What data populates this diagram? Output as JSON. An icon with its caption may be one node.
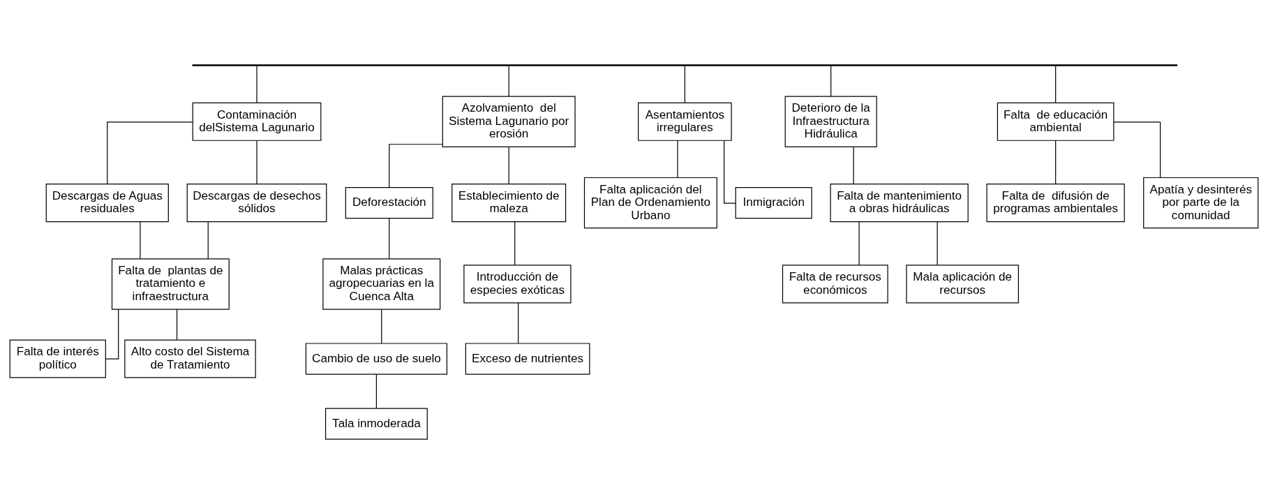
{
  "diagram": {
    "nodes": [
      {
        "text": [],
        "shape": "bar"
      },
      {
        "text": [
          "Contaminación delSistema Lagunario"
        ]
      },
      {
        "text": [
          "Descargas de Aguas residuales"
        ]
      },
      {
        "text": [
          "Descargas de desechos sólidos"
        ]
      },
      {
        "text": [
          "Falta de  plantas de tratamiento e infraestructura"
        ]
      },
      {
        "text": [
          "Falta de interés político"
        ]
      },
      {
        "text": [
          "Alto costo del Sistema de Tratamiento"
        ]
      },
      {
        "text": [
          "Azolvamiento  del Sistema Lagunario por erosión"
        ]
      },
      {
        "text": [
          "Deforestación"
        ]
      },
      {
        "text": [
          "Establecimiento de maleza"
        ]
      },
      {
        "text": [
          "Malas prácticas agropecuarias en la Cuenca Alta"
        ]
      },
      {
        "text": [
          "Cambio de uso de suelo"
        ]
      },
      {
        "text": [
          "Tala inmoderada"
        ]
      },
      {
        "text": [
          "Introducción de especies exóticas"
        ]
      },
      {
        "text": [
          "Exceso de nutrientes"
        ]
      },
      {
        "text": [
          "Asentamientos irregulares"
        ]
      },
      {
        "text": [
          "Falta aplicación del Plan de Ordenamiento Urbano"
        ]
      },
      {
        "text": [
          "Inmigración"
        ]
      },
      {
        "text": [
          "Deterioro de la Infraestructura Hidráulica"
        ]
      },
      {
        "text": [
          "Falta de mantenimiento a obras hidráulicas"
        ]
      },
      {
        "text": [
          "Falta de recursos económicos"
        ]
      },
      {
        "text": [
          "Mala aplicación de recursos"
        ]
      },
      {
        "text": [
          "Falta  de educación ambiental"
        ]
      },
      {
        "text": [
          "Falta de  difusión de programas ambientales"
        ]
      },
      {
        "text": [
          "Apatía y desinterés por parte de la comunidad"
        ]
      }
    ],
    "edges": [
      {
        "from": 0,
        "to": 1,
        "arrow": "none"
      },
      {
        "from": 0,
        "to": 7,
        "arrow": "none"
      },
      {
        "from": 0,
        "to": 15,
        "arrow": "none"
      },
      {
        "from": 0,
        "to": 18,
        "arrow": "none"
      },
      {
        "from": 0,
        "to": 22,
        "arrow": "none"
      },
      {
        "from": 1,
        "to": 2,
        "arrow": "none"
      },
      {
        "from": 1,
        "to": 3,
        "arrow": "none"
      },
      {
        "from": 2,
        "to": 4,
        "arrow": "none"
      },
      {
        "from": 3,
        "to": 4,
        "arrow": "none"
      },
      {
        "from": 4,
        "to": 5,
        "arrow": "none"
      },
      {
        "from": 4,
        "to": 6,
        "arrow": "none"
      },
      {
        "from": 7,
        "to": 8,
        "arrow": "none"
      },
      {
        "from": 7,
        "to": 9,
        "arrow": "none"
      },
      {
        "from": 8,
        "to": 10,
        "arrow": "none"
      },
      {
        "from": 10,
        "to": 11,
        "arrow": "none"
      },
      {
        "from": 11,
        "to": 12,
        "arrow": "none"
      },
      {
        "from": 9,
        "to": 13,
        "arrow": "none"
      },
      {
        "from": 13,
        "to": 14,
        "arrow": "none"
      },
      {
        "from": 15,
        "to": 16,
        "arrow": "none"
      },
      {
        "from": 15,
        "to": 17,
        "arrow": "none"
      },
      {
        "from": 18,
        "to": 19,
        "arrow": "none"
      },
      {
        "from": 19,
        "to": 20,
        "arrow": "none"
      },
      {
        "from": 19,
        "to": 21,
        "arrow": "none"
      },
      {
        "from": 22,
        "to": 23,
        "arrow": "none"
      },
      {
        "from": 22,
        "to": 24,
        "arrow": "none"
      }
    ]
  }
}
